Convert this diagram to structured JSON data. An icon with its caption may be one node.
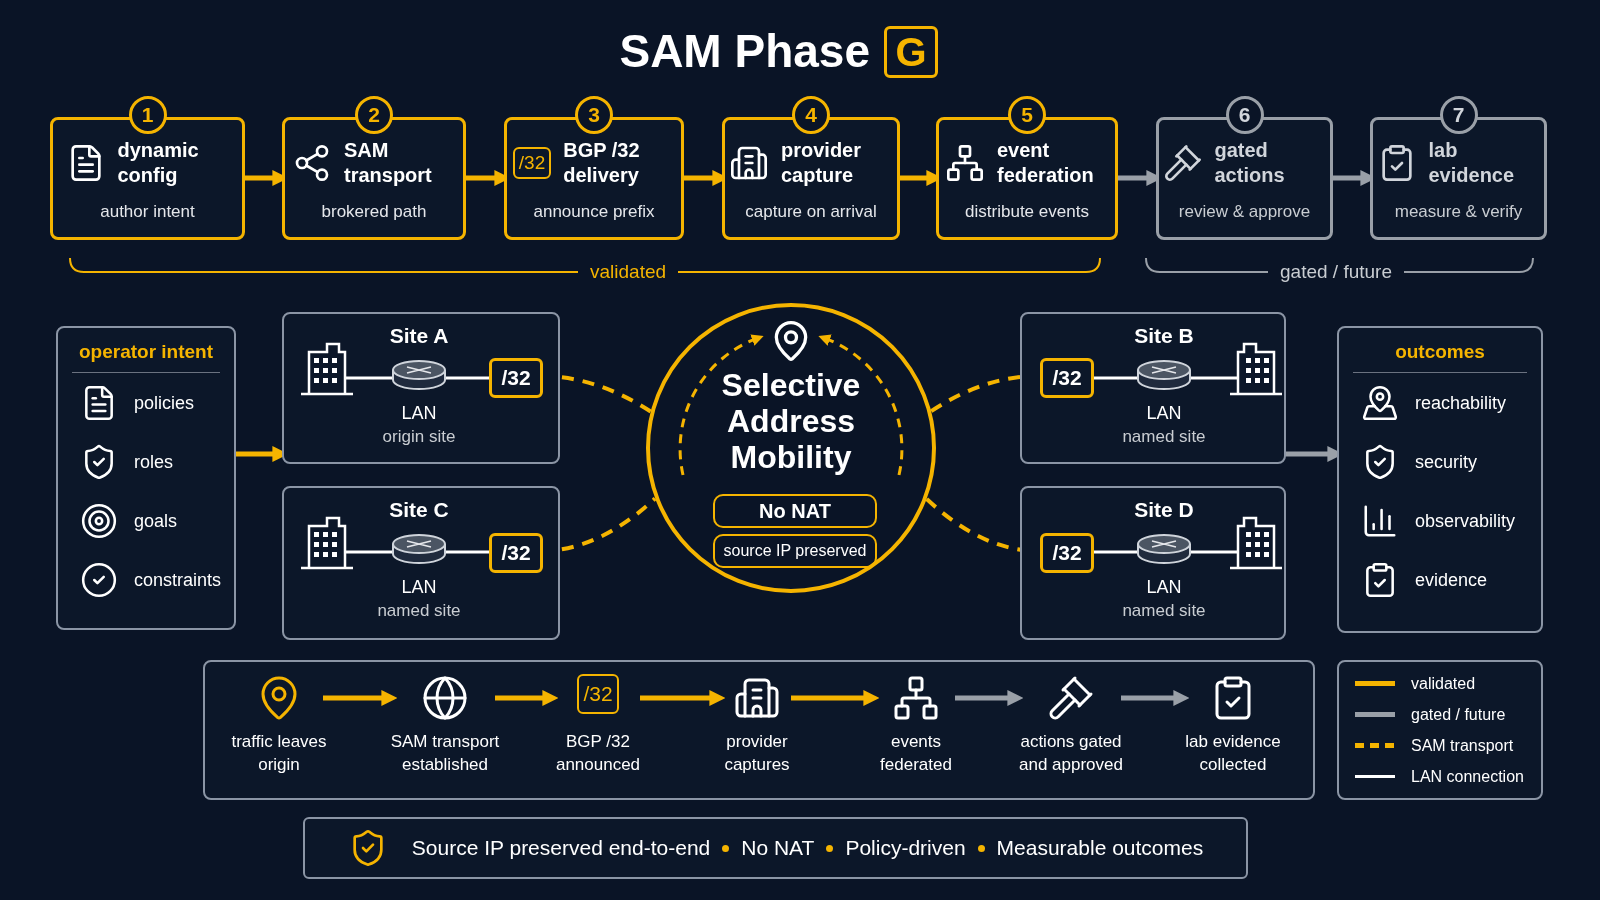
{
  "diagram": {
    "title": "SAM Phase",
    "nodes": [
      {
        "text": [
          "G"
        ]
      },
      {
        "text": [
          "1",
          "dynamic config",
          "author intent"
        ]
      },
      {
        "text": [
          "2",
          "SAM transport",
          "brokered path"
        ]
      },
      {
        "text": [
          "3",
          "/32",
          "BGP /32 delivery",
          "announce prefix"
        ]
      },
      {
        "text": [
          "4",
          "provider capture",
          "capture on arrival"
        ]
      },
      {
        "text": [
          "5",
          "event federation",
          "distribute events"
        ]
      },
      {
        "text": [
          "6",
          "gated actions",
          "review & approve"
        ]
      },
      {
        "text": [
          "7",
          "lab evidence",
          "measure & verify"
        ]
      },
      {
        "text": [
          "operator intent",
          "policies",
          "roles",
          "goals",
          "constraints"
        ]
      },
      {
        "text": [
          "Site A",
          "LAN",
          "origin site"
        ]
      },
      {
        "text": [
          "/32"
        ],
        "in": 9
      },
      {
        "text": [
          "Site C",
          "LAN",
          "named site"
        ]
      },
      {
        "text": [
          "/32"
        ],
        "in": 11
      },
      {
        "text": [
          "Selective Address Mobility"
        ]
      },
      {
        "text": [
          "No NAT"
        ],
        "in": 13
      },
      {
        "text": [
          "source IP preserved"
        ],
        "in": 13
      },
      {
        "text": [
          "Site B",
          "LAN",
          "named site"
        ]
      },
      {
        "text": [
          "/32"
        ],
        "in": 16
      },
      {
        "text": [
          "Site D",
          "LAN",
          "named site"
        ]
      },
      {
        "text": [
          "/32"
        ],
        "in": 18
      },
      {
        "text": [
          "outcomes",
          "reachability",
          "security",
          "observability",
          "evidence"
        ]
      },
      {
        "text": [],
        "shape": "box"
      },
      {
        "text": [
          "traffic leaves origin"
        ],
        "in": 21
      },
      {
        "text": [
          "SAM transport established"
        ],
        "in": 21
      },
      {
        "text": [
          "/32",
          "BGP /32 announced"
        ],
        "in": 21
      },
      {
        "text": [
          "provider captures"
        ],
        "in": 21
      },
      {
        "text": [
          "events federated"
        ],
        "in": 21
      },
      {
        "text": [
          "actions gated and approved"
        ],
        "in": 21
      },
      {
        "text": [
          "lab evidence collected"
        ],
        "in": 21
      },
      {
        "text": [
          "Source IP preserved end-to-end",
          "No NAT",
          "Policy-driven",
          "Measurable outcomes"
        ]
      }
    ],
    "edges": [
      {
        "from": 1,
        "to": 2,
        "arrow": "to"
      },
      {
        "from": 2,
        "to": 3,
        "arrow": "to"
      },
      {
        "from": 3,
        "to": 4,
        "arrow": "to"
      },
      {
        "from": 4,
        "to": 5,
        "arrow": "to"
      },
      {
        "from": 5,
        "to": 6,
        "arrow": "to",
        "color": "#9aa0a8"
      },
      {
        "from": 6,
        "to": 7,
        "arrow": "to",
        "color": "#9aa0a8"
      },
      {
        "from": 8,
        "to": 9,
        "arrow": "to"
      },
      {
        "from": 10,
        "to": 13,
        "arrow": "none",
        "style": "dashed"
      },
      {
        "from": 12,
        "to": 13,
        "arrow": "none",
        "style": "dashed"
      },
      {
        "from": 13,
        "to": 17,
        "arrow": "none",
        "style": "dashed"
      },
      {
        "from": 13,
        "to": 19,
        "arrow": "none",
        "style": "dashed"
      },
      {
        "from": 16,
        "to": 20,
        "arrow": "to",
        "color": "#9aa0a8"
      },
      {
        "from": 22,
        "to": 23,
        "arrow": "to"
      },
      {
        "from": 23,
        "to": 24,
        "arrow": "to"
      },
      {
        "from": 24,
        "to": 25,
        "arrow": "to"
      },
      {
        "from": 25,
        "to": 26,
        "arrow": "to"
      },
      {
        "from": 26,
        "to": 27,
        "arrow": "to",
        "color": "#9aa0a8"
      },
      {
        "from": 27,
        "to": 28,
        "arrow": "to",
        "color": "#9aa0a8"
      }
    ],
    "labels": [
      "validated",
      "gated / future"
    ],
    "legend": [
      {
        "text": "validated"
      },
      {
        "text": "gated / future"
      },
      {
        "text": "SAM transport"
      },
      {
        "text": "LAN connection"
      }
    ]
  }
}
